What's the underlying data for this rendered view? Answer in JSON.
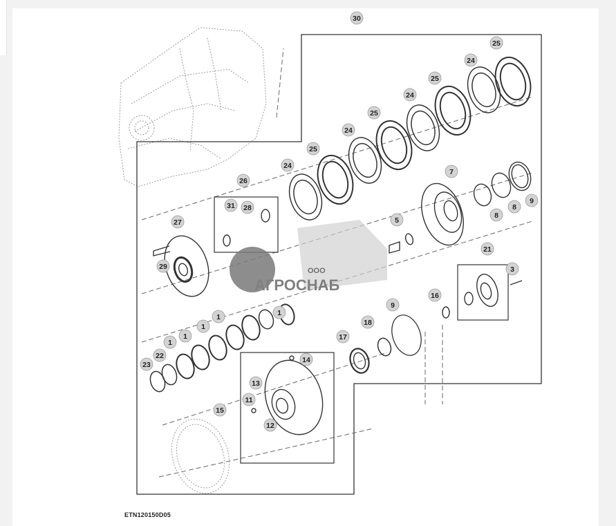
{
  "diagram": {
    "code": "ETN120150D05",
    "callouts": [
      {
        "label": "30"
      },
      {
        "label": "25"
      },
      {
        "label": "24"
      },
      {
        "label": "25"
      },
      {
        "label": "24"
      },
      {
        "label": "25"
      },
      {
        "label": "24"
      },
      {
        "label": "25"
      },
      {
        "label": "24"
      },
      {
        "label": "26"
      },
      {
        "label": "31"
      },
      {
        "label": "28"
      },
      {
        "label": "27"
      },
      {
        "label": "29"
      },
      {
        "label": "7"
      },
      {
        "label": "8"
      },
      {
        "label": "8"
      },
      {
        "label": "9"
      },
      {
        "label": "5"
      },
      {
        "label": "21"
      },
      {
        "label": "3"
      },
      {
        "label": "16"
      },
      {
        "label": "1"
      },
      {
        "label": "1"
      },
      {
        "label": "1"
      },
      {
        "label": "1"
      },
      {
        "label": "1"
      },
      {
        "label": "22"
      },
      {
        "label": "23"
      },
      {
        "label": "18"
      },
      {
        "label": "17"
      },
      {
        "label": "9"
      },
      {
        "label": "14"
      },
      {
        "label": "13"
      },
      {
        "label": "11"
      },
      {
        "label": "12"
      },
      {
        "label": "15"
      }
    ]
  },
  "watermark": {
    "prefix": "ООО",
    "brand": "АГРОСНАБ"
  }
}
